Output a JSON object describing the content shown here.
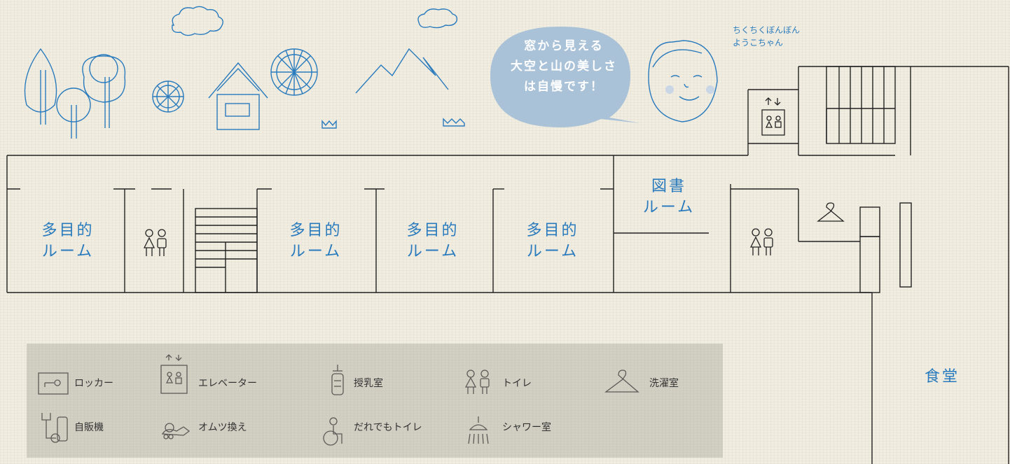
{
  "rooms": {
    "multi_1": [
      "多目的",
      "ルーム"
    ],
    "multi_2": [
      "多目的",
      "ルーム"
    ],
    "multi_3": [
      "多目的",
      "ルーム"
    ],
    "multi_4": [
      "多目的",
      "ルーム"
    ],
    "library": [
      "図書",
      "ルーム"
    ],
    "cafeteria": "食堂"
  },
  "speech_bubble": [
    "窓から見える",
    "大空と山の美しさ",
    "は自慢です！"
  ],
  "person_name": [
    "ちくちくぼんぼん",
    "ようこちゃん"
  ],
  "legend": {
    "row1": [
      {
        "icon": "locker-icon",
        "label": "ロッカー"
      },
      {
        "icon": "elevator-icon",
        "label": "エレベーター"
      },
      {
        "icon": "nursing-room-icon",
        "label": "授乳室"
      },
      {
        "icon": "toilet-icon",
        "label": "トイレ"
      },
      {
        "icon": "laundry-icon",
        "label": "洗濯室"
      }
    ],
    "row2": [
      {
        "icon": "vending-machine-icon",
        "label": "自販機"
      },
      {
        "icon": "diaper-change-icon",
        "label": "オムツ換え"
      },
      {
        "icon": "accessible-toilet-icon",
        "label": "だれでもトイレ"
      },
      {
        "icon": "shower-icon",
        "label": "シャワー室"
      }
    ]
  },
  "colors": {
    "accent": "#2a7bbd",
    "bubble": "#a9c2d8",
    "background": "#f1ede1",
    "line": "#222222"
  }
}
